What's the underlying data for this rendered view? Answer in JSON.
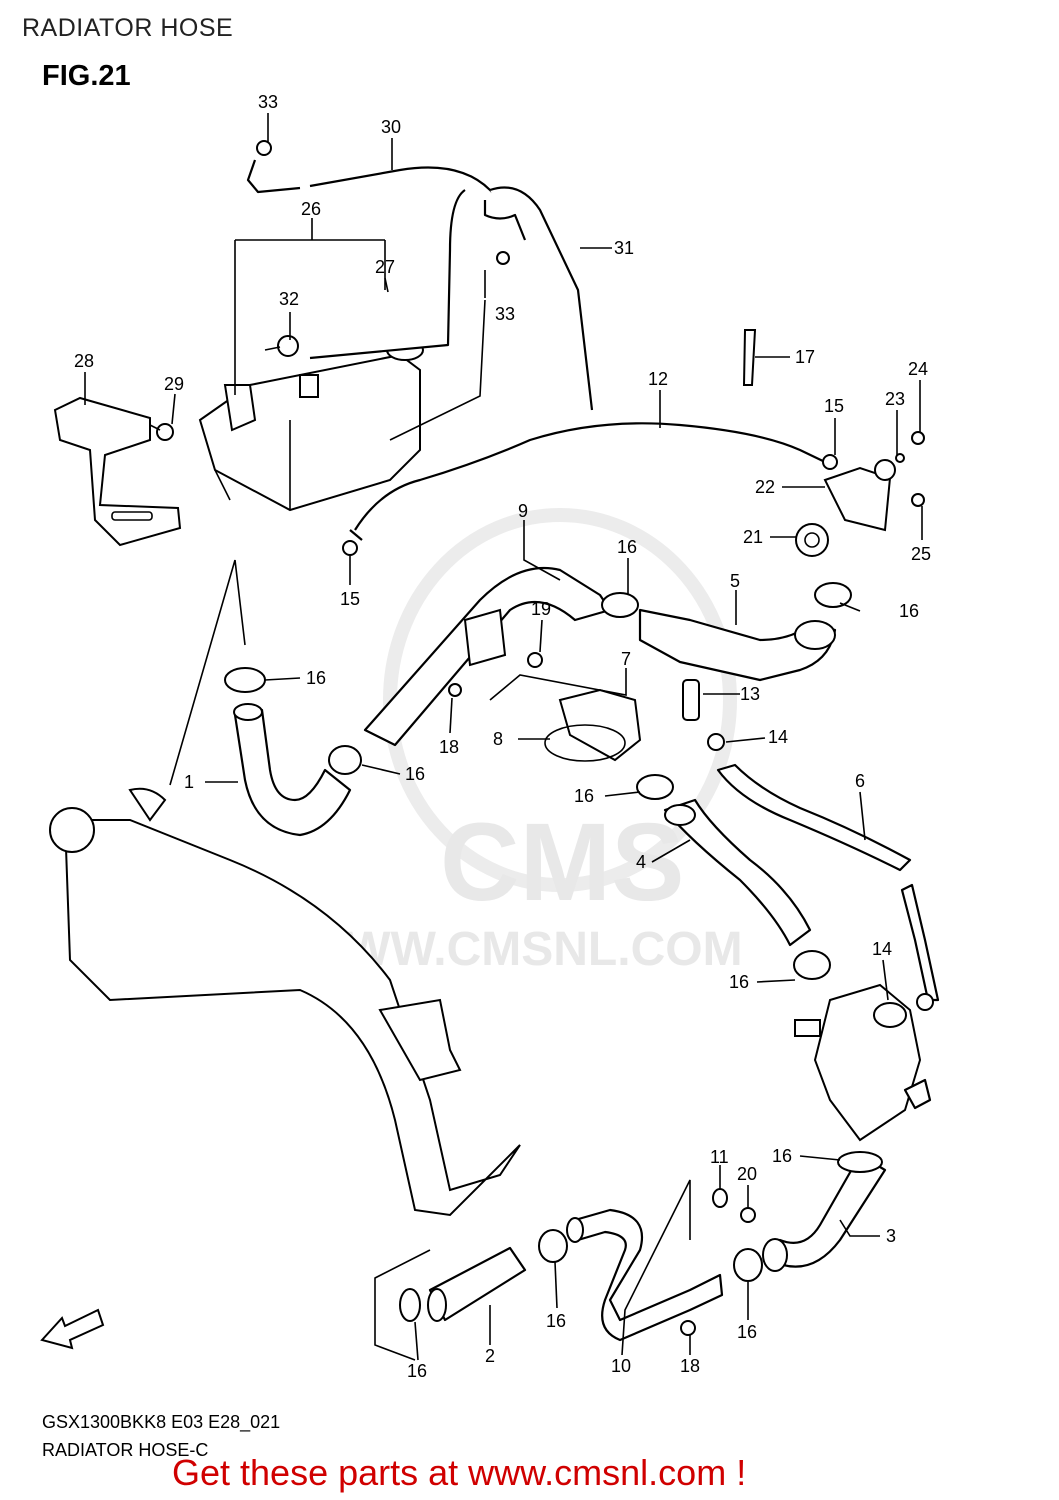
{
  "header": {
    "title": "RADIATOR HOSE",
    "figure": "FIG.21"
  },
  "watermark": {
    "brand": "CMS",
    "url": "WWW.CMSNL.COM"
  },
  "callouts": [
    "33",
    "30",
    "26",
    "27",
    "32",
    "33",
    "31",
    "28",
    "29",
    "17",
    "12",
    "24",
    "15",
    "23",
    "22",
    "21",
    "25",
    "15",
    "9",
    "16",
    "5",
    "16",
    "19",
    "16",
    "7",
    "13",
    "18",
    "8",
    "14",
    "1",
    "16",
    "16",
    "6",
    "4",
    "14",
    "16",
    "11",
    "20",
    "16",
    "3",
    "16",
    "16",
    "10",
    "18",
    "2",
    "16"
  ],
  "footer": {
    "code": "GSX1300BKK8 E03 E28_021",
    "subtitle": "RADIATOR HOSE-C",
    "cta": "Get these parts at www.cmsnl.com !"
  },
  "icons": {
    "fwd": "fwd-arrow-icon"
  },
  "colors": {
    "cta": "#d00000",
    "watermark": "#e8e8e8"
  }
}
